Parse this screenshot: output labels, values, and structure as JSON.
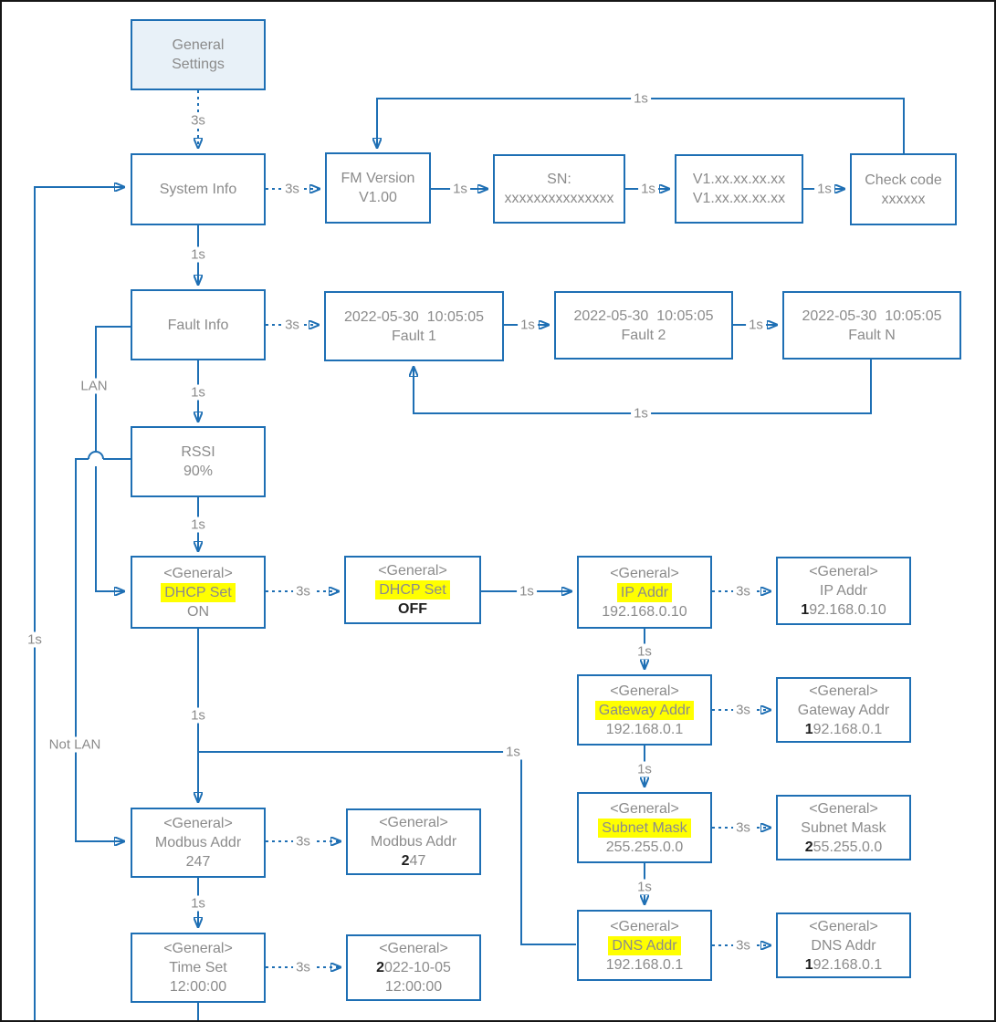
{
  "timing": {
    "s1": "1s",
    "s3": "3s"
  },
  "branches": {
    "lan": "LAN",
    "not_lan": "Not LAN"
  },
  "colors": {
    "line_blue": "#1e6fb4",
    "text_gray": "#8b8b8b",
    "highlight_yellow": "#ffff00",
    "start_box_fill": "#e8f1f8",
    "edit_digit_black": "#1f1f1f"
  },
  "nodes": {
    "general_settings": {
      "l1": "General",
      "l2": "Settings"
    },
    "system_info": {
      "label": "System Info"
    },
    "fm_version": {
      "l1": "FM Version",
      "l2": "V1.00"
    },
    "serial_number": {
      "l1": "SN:",
      "l2": "xxxxxxxxxxxxxxx"
    },
    "versions": {
      "l1": "V1.xx.xx.xx.xx",
      "l2": "V1.xx.xx.xx.xx"
    },
    "check_code": {
      "l1": "Check code",
      "l2": "xxxxxx"
    },
    "fault_info": {
      "label": "Fault Info"
    },
    "fault_1": {
      "l1": "2022-05-30  10:05:05",
      "l2": "Fault 1"
    },
    "fault_2": {
      "l1": "2022-05-30  10:05:05",
      "l2": "Fault 2"
    },
    "fault_n": {
      "l1": "2022-05-30  10:05:05",
      "l2": "Fault N"
    },
    "rssi": {
      "l1": "RSSI",
      "l2": "90%"
    },
    "dhcp_on": {
      "header": "<General>",
      "label": "DHCP Set",
      "value": "ON"
    },
    "dhcp_off": {
      "header": "<General>",
      "label": "DHCP Set",
      "value": "OFF"
    },
    "ip_addr": {
      "header": "<General>",
      "label": "IP Addr",
      "value": "192.168.0.10"
    },
    "ip_addr_edit": {
      "header": "<General>",
      "label": "IP Addr",
      "value_bold": "1",
      "value_rest": "92.168.0.10"
    },
    "gateway_addr": {
      "header": "<General>",
      "label": "Gateway Addr",
      "value": "192.168.0.1"
    },
    "gateway_addr_edit": {
      "header": "<General>",
      "label": "Gateway Addr",
      "value_bold": "1",
      "value_rest": "92.168.0.1"
    },
    "subnet_mask": {
      "header": "<General>",
      "label": "Subnet Mask",
      "value": "255.255.0.0"
    },
    "subnet_mask_edit": {
      "header": "<General>",
      "label": "Subnet Mask",
      "value_bold": "2",
      "value_rest": "55.255.0.0"
    },
    "dns_addr": {
      "header": "<General>",
      "label": "DNS Addr",
      "value": "192.168.0.1"
    },
    "dns_addr_edit": {
      "header": "<General>",
      "label": "DNS Addr",
      "value_bold": "1",
      "value_rest": "92.168.0.1"
    },
    "modbus_addr": {
      "header": "<General>",
      "label": "Modbus Addr",
      "value": "247"
    },
    "modbus_addr_edit": {
      "header": "<General>",
      "label": "Modbus Addr",
      "value_bold": "2",
      "value_rest": "47"
    },
    "time_set": {
      "header": "<General>",
      "label": "Time Set",
      "value": "12:00:00"
    },
    "time_set_edit": {
      "header": "<General>",
      "date_bold": "2",
      "date_rest": "022-10-05",
      "value": "12:00:00"
    }
  }
}
